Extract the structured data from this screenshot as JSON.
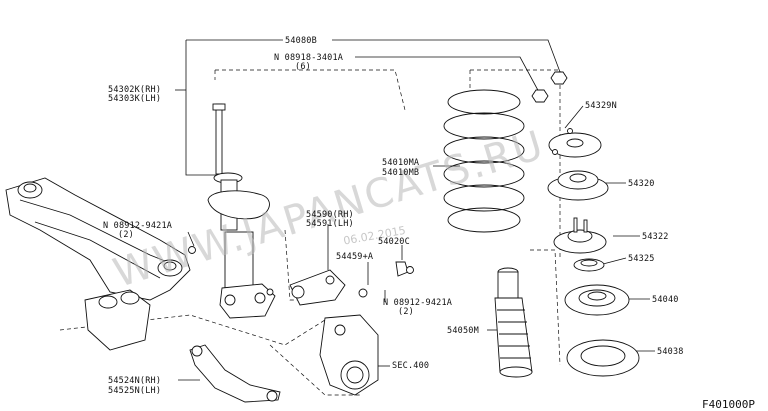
{
  "watermark": "WWW.JAPANCATS.RU",
  "date_stamp": "06.02.2015",
  "drawing_code": "F401000P",
  "labels": {
    "l54080b": "54080B",
    "l08918": "N 08918-3401A",
    "l08918_qty": "(6)",
    "l54302k": "54302K(RH)",
    "l54303k": "54303K(LH)",
    "l54329n": "54329N",
    "l54010ma": "54010MA",
    "l54010mb": "54010MB",
    "l54320": "54320",
    "l08912a": "N 08912-9421A",
    "l08912a_qty": "(2)",
    "l54590": "54590(RH)",
    "l54591": "54591(LH)",
    "l54020c": "54020C",
    "l54459": "54459+A",
    "l54322": "54322",
    "l54325": "54325",
    "l08912b": "N 08912-9421A",
    "l08912b_qty": "(2)",
    "l54040": "54040",
    "l54050m": "54050M",
    "l54038": "54038",
    "l54524n": "54524N(RH)",
    "l54525n": "54525N(LH)",
    "lsec400": "SEC.400"
  },
  "colors": {
    "line": "#111111",
    "watermark": "#b9b9b9",
    "background": "#ffffff"
  }
}
